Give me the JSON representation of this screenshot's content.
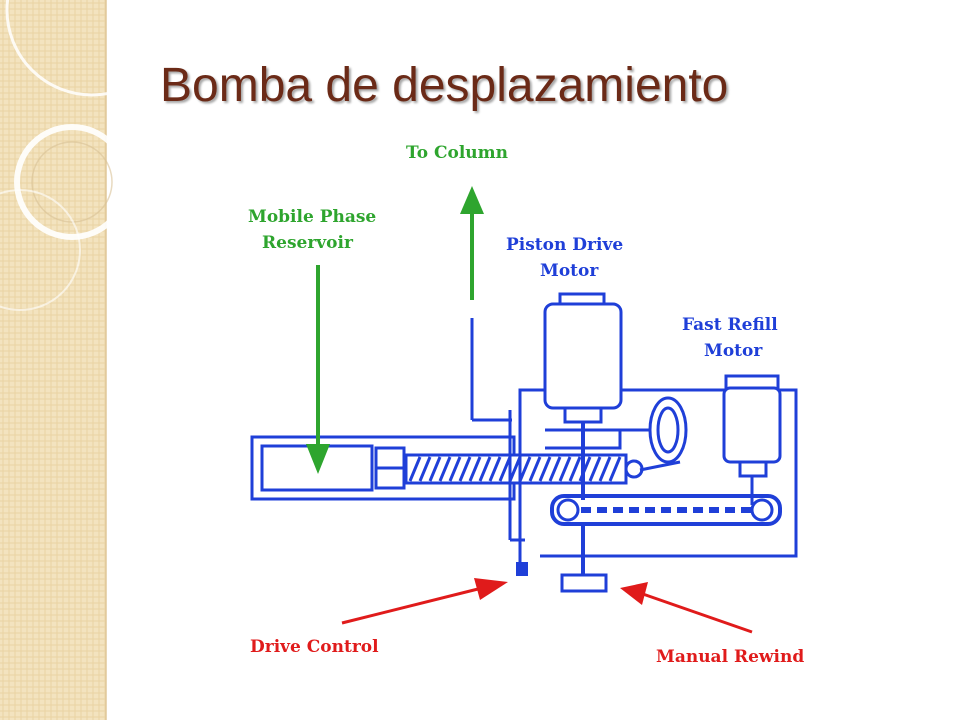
{
  "slide": {
    "title": "Bomba de desplazamiento"
  },
  "diagram": {
    "labels": {
      "to_column": "To Column",
      "reservoir_line1": "Mobile Phase",
      "reservoir_line2": "Reservoir",
      "piston_line1": "Piston Drive",
      "piston_line2": "Motor",
      "refill_line1": "Fast Refill",
      "refill_line2": "Motor",
      "drive_control": "Drive Control",
      "manual_rewind": "Manual Rewind"
    },
    "colors": {
      "title": "#6b2a17",
      "flow_arrows": "#2ea52e",
      "mechanism": "#1f3fd8",
      "callouts": "#e01b1b",
      "background_panel": "#f5e6c4"
    }
  }
}
